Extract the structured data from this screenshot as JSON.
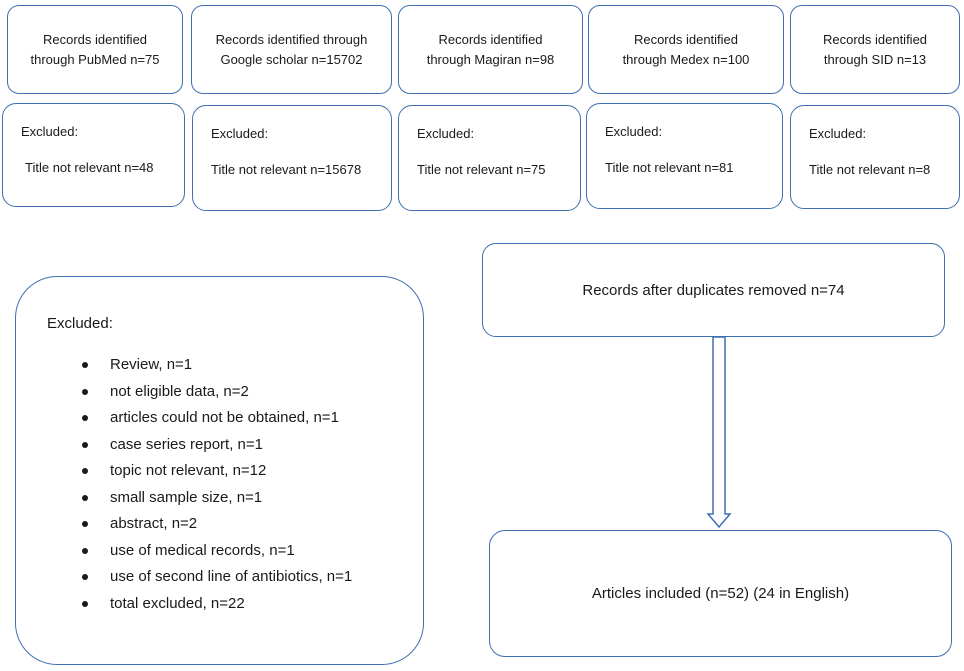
{
  "sources": [
    {
      "line1": "Records identified",
      "line2": "through PubMed n=75"
    },
    {
      "line1": "Records identified through",
      "line2": "Google scholar n=15702"
    },
    {
      "line1": "Records identified",
      "line2": "through Magiran n=98"
    },
    {
      "line1": "Records identified",
      "line2": "through Medex n=100"
    },
    {
      "line1": "Records identified",
      "line2": "through SID n=13"
    }
  ],
  "source_exclusions": [
    {
      "heading": "Excluded:",
      "text": "Title not relevant n=48"
    },
    {
      "heading": "Excluded:",
      "text": "Title not relevant n=15678"
    },
    {
      "heading": "Excluded:",
      "text": "Title not relevant n=75"
    },
    {
      "heading": "Excluded:",
      "text": "Title not relevant n=81"
    },
    {
      "heading": "Excluded:",
      "text": "Title not relevant n=8"
    }
  ],
  "duplicates_removed": "Records after duplicates removed n=74",
  "included": "Articles included (n=52) (24 in English)",
  "excluded_list": {
    "heading": "Excluded:",
    "items": [
      "Review, n=1",
      "not eligible data, n=2",
      "articles could not be obtained, n=1",
      "case series report, n=1",
      "topic not relevant, n=12",
      "small sample size, n=1",
      "abstract, n=2",
      "use of medical records, n=1",
      "use of second line of antibiotics, n=1",
      "total excluded, n=22"
    ]
  },
  "colors": {
    "border": "#3f6fb0",
    "text": "#1a1a1a"
  }
}
